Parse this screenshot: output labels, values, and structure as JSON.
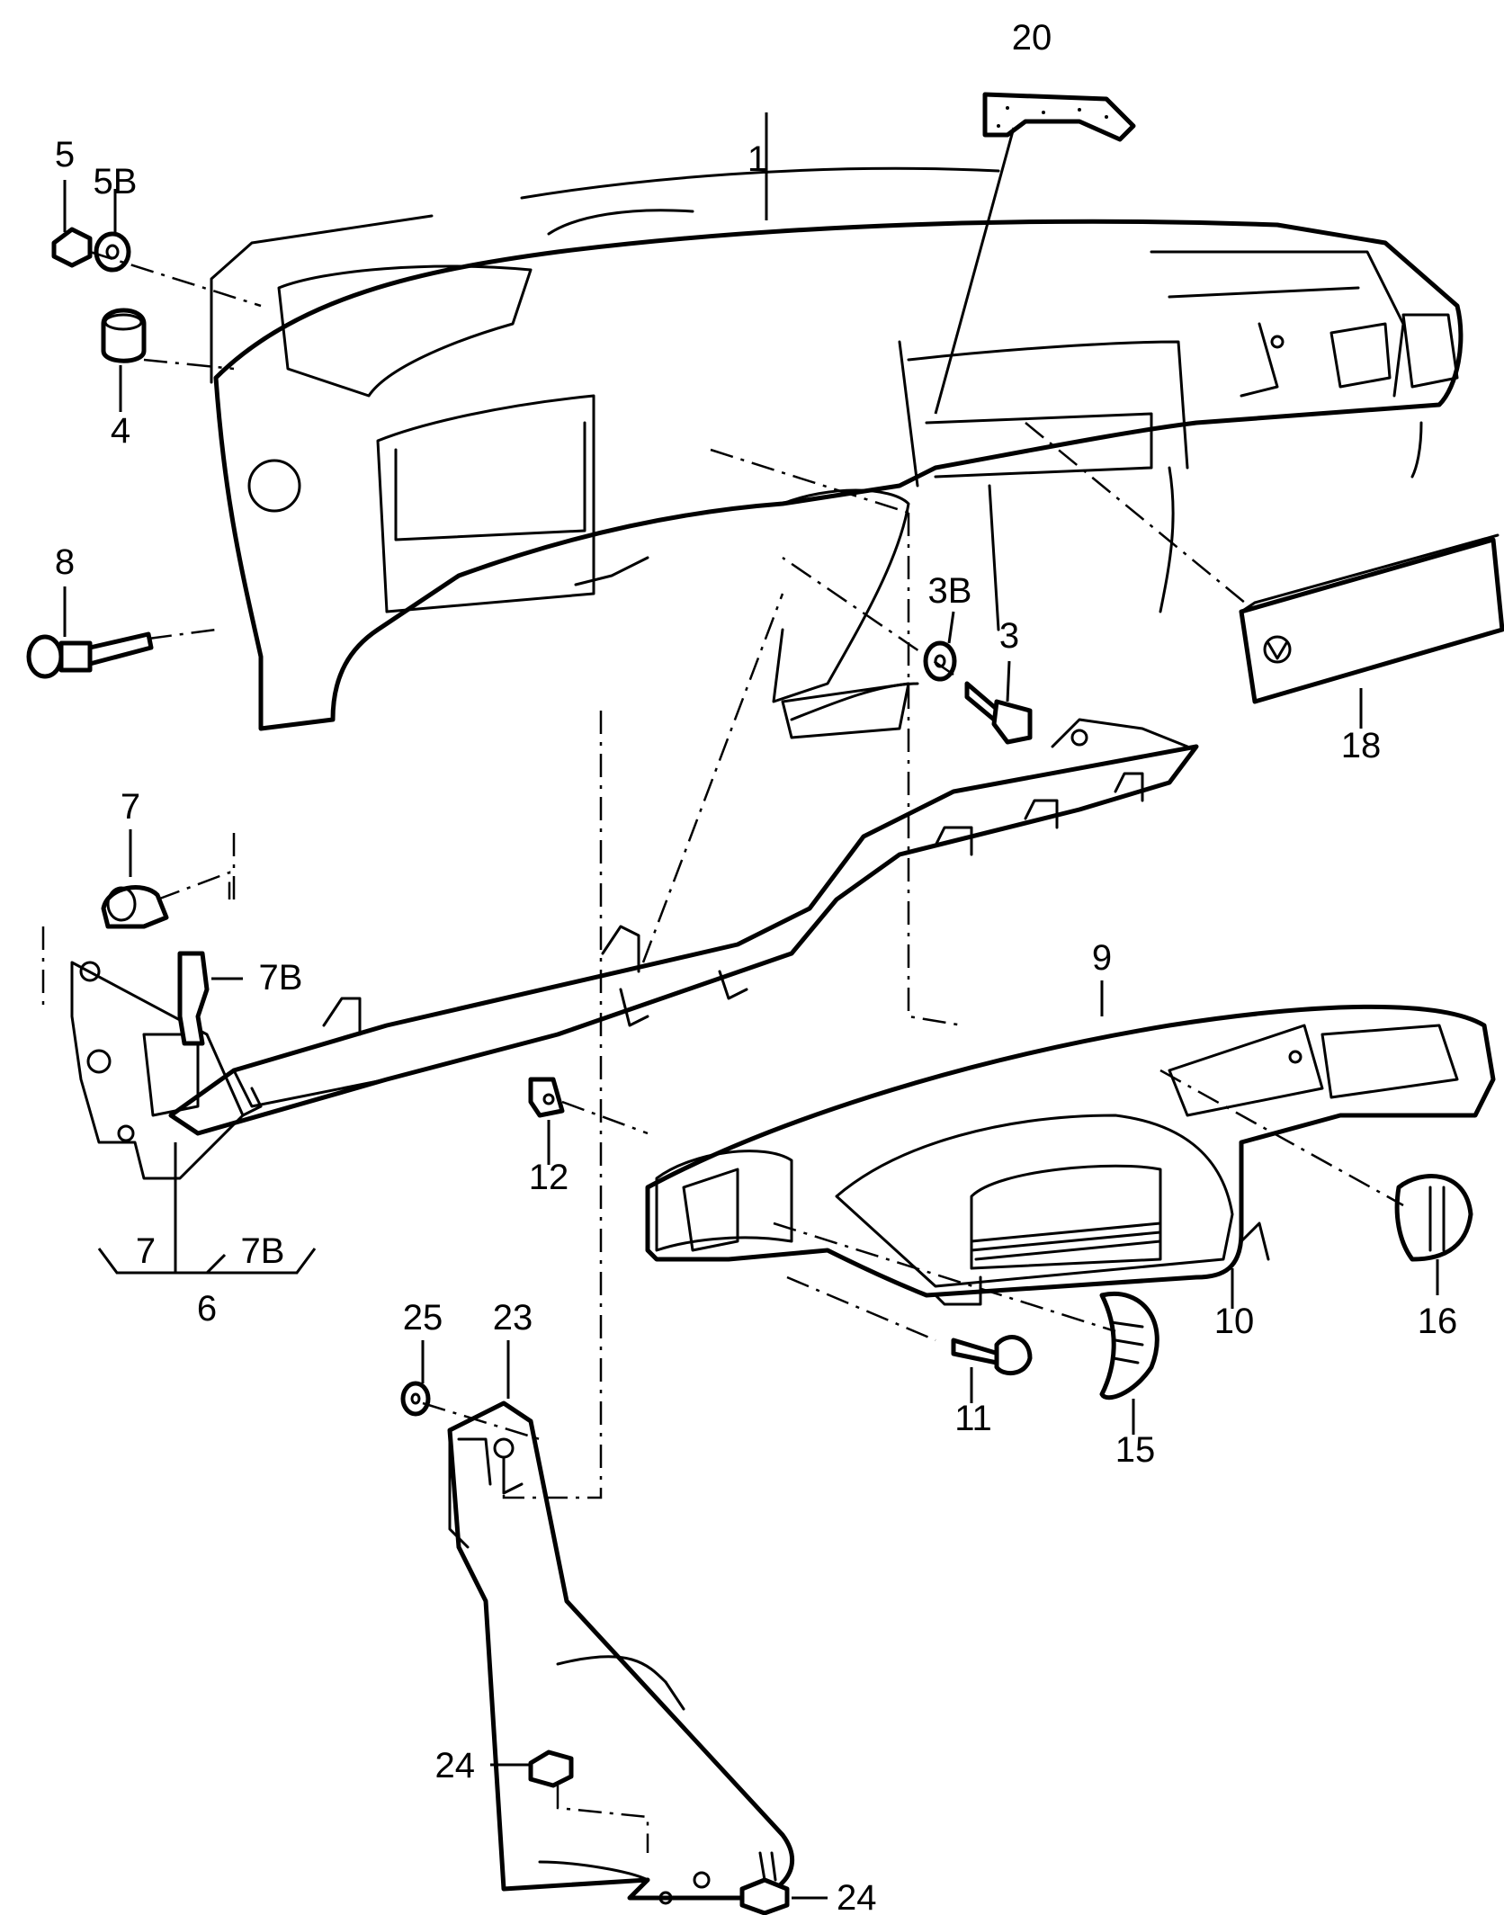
{
  "diagram": {
    "callouts": {
      "c1": "1",
      "c3": "3",
      "c3b": "3B",
      "c4": "4",
      "c5": "5",
      "c5b": "5B",
      "c6": "6",
      "c7a": "7",
      "c7b": "7B",
      "c7c": "7",
      "c7d": "7B",
      "c8": "8",
      "c9": "9",
      "c10": "10",
      "c11": "11",
      "c12": "12",
      "c15": "15",
      "c16": "16",
      "c18": "18",
      "c20": "20",
      "c23": "23",
      "c24a": "24",
      "c24b": "24",
      "c25": "25"
    }
  }
}
